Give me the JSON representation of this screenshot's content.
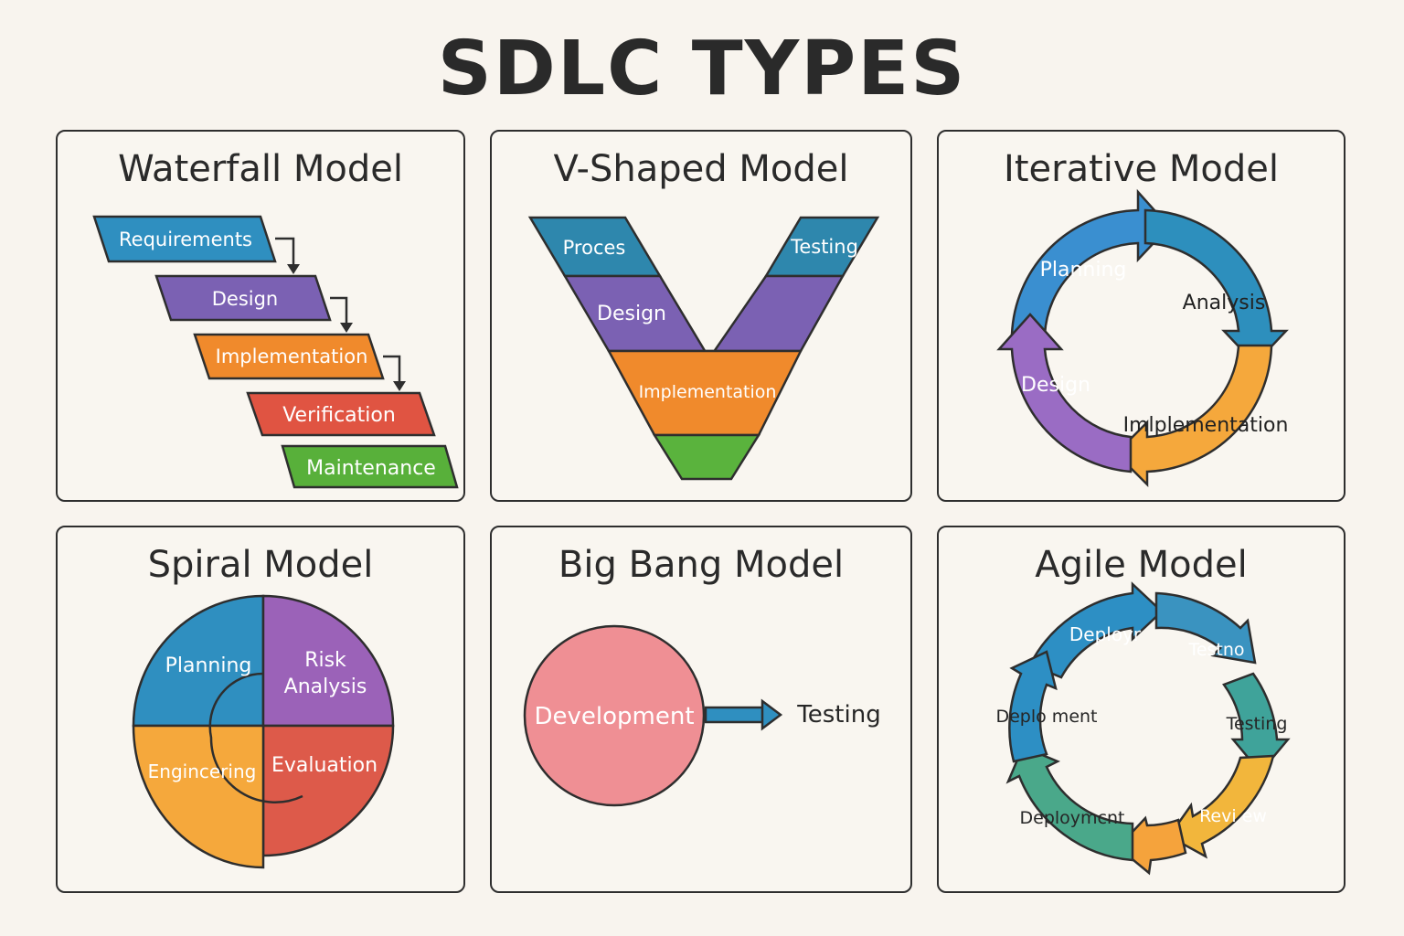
{
  "title": "SDLC TYPES",
  "panels": {
    "waterfall": {
      "title": "Waterfall Model",
      "steps": [
        {
          "label": "Requirements",
          "color": "#2f8fc0"
        },
        {
          "label": "Design",
          "color": "#7b61b3"
        },
        {
          "label": "Implementation",
          "color": "#f08a2c"
        },
        {
          "label": "Verification",
          "color": "#e05442"
        },
        {
          "label": "Maintenance",
          "color": "#58b03a"
        }
      ]
    },
    "vshaped": {
      "title": "V-Shaped Model",
      "labels": {
        "process": "Proces",
        "testing": "Testing",
        "design": "Design",
        "implementation": "Implementation"
      },
      "colors": {
        "top": "#2e87ad",
        "middle": "#7b61b3",
        "lower": "#f08a2c",
        "bottom": "#5ab33d"
      }
    },
    "iterative": {
      "title": "Iterative Model",
      "labels": {
        "planning": "Planning",
        "analysis": "Analysis",
        "design": "Design",
        "implementation": "Imlplementation"
      },
      "colors": {
        "blue": "#3a8fd0",
        "teal": "#2d8fbd",
        "orange": "#f5a83c",
        "purple": "#9a6cc4"
      }
    },
    "spiral": {
      "title": "Spiral Model",
      "labels": {
        "planning": "Planning",
        "risk1": "Risk",
        "risk2": "Analysis",
        "engineering": "Engincering",
        "evaluation": "Evaluation"
      },
      "colors": {
        "planning": "#2f8fc0",
        "risk": "#9b62b8",
        "engineering": "#f5a83c",
        "evaluation": "#dd5a4a"
      }
    },
    "bigbang": {
      "title": "Big Bang Model",
      "labels": {
        "development": "Development",
        "testing": "Testing"
      },
      "colors": {
        "circle": "#ef8f94",
        "arrow": "#2f8fc0"
      }
    },
    "agile": {
      "title": "Agile Model",
      "labels": {
        "deploy_top": "Deployr",
        "testing_top": "Testno",
        "deployment_left": "Deplo ment",
        "testing_right": "Testing",
        "deployment_bottom": "Deploymcnt",
        "review": "Revi ew"
      },
      "colors": {
        "blue": "#2d8fc4",
        "teal": "#3fa39a",
        "green": "#4aa88a",
        "yellow": "#f2b63c",
        "orange": "#f5a33c"
      }
    }
  }
}
